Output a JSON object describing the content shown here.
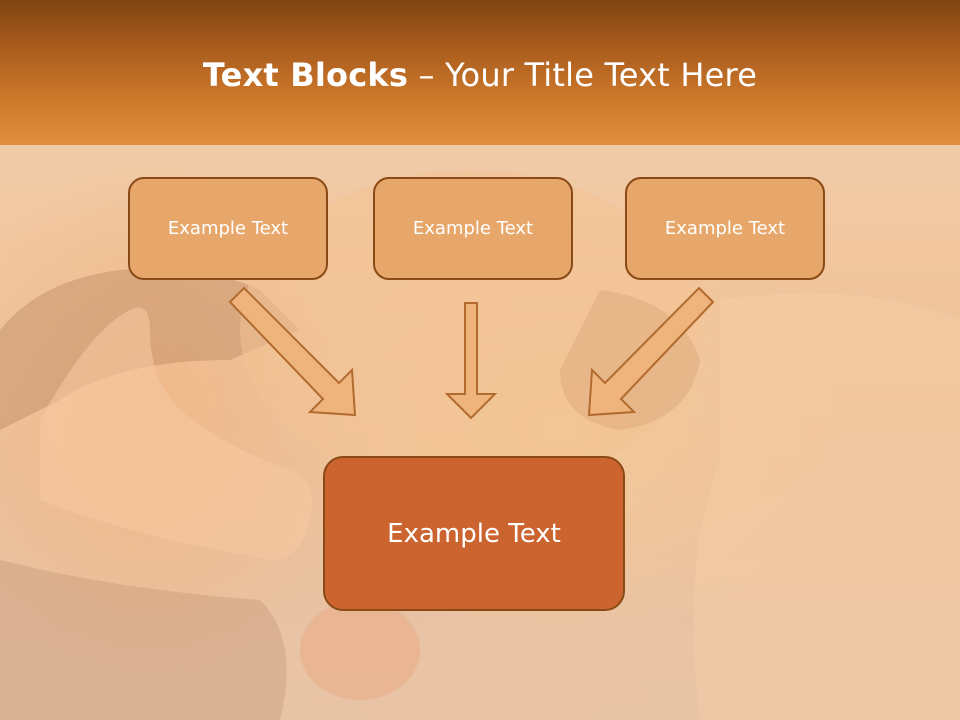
{
  "slide": {
    "title_bold": "Text Blocks",
    "title_separator": " – ",
    "title_regular": "Your Title Text Here"
  },
  "blocks": {
    "top": [
      {
        "label": "Example Text"
      },
      {
        "label": "Example Text"
      },
      {
        "label": "Example Text"
      }
    ],
    "main": {
      "label": "Example Text"
    }
  },
  "colors": {
    "header": "#c4702a",
    "box_small_fill": "#e8a76a",
    "box_main_fill": "#cc6430",
    "box_border": "#8a4a16",
    "arrow_fill": "#eeb47c",
    "arrow_stroke": "#b36a2e"
  }
}
